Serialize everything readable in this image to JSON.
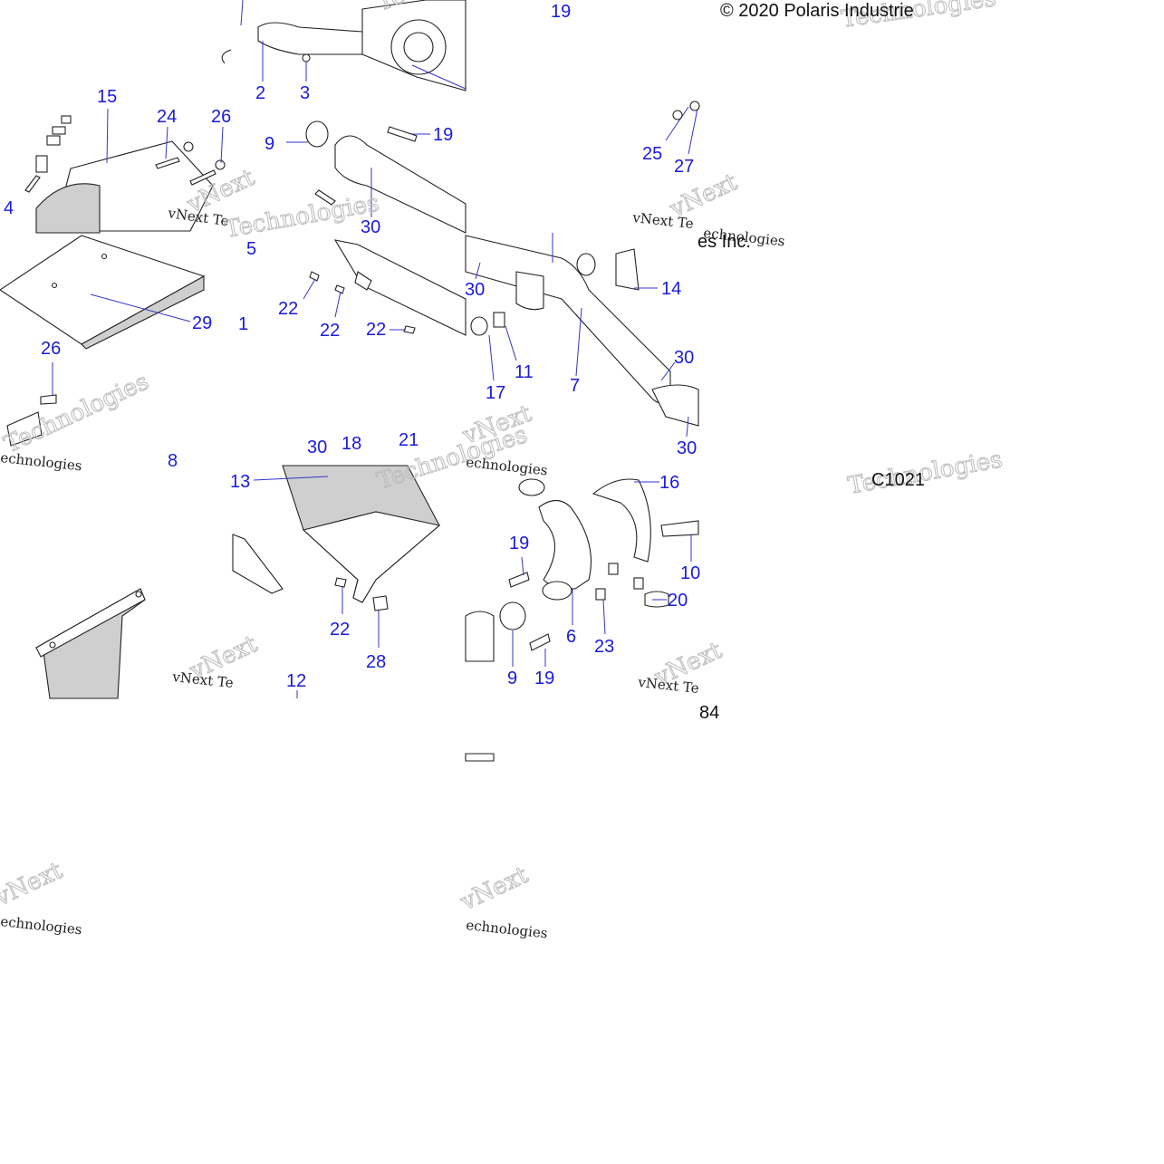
{
  "copyright": "© 2020 Polaris Industrie",
  "copyright_tail": "es Inc.",
  "figure_code": "C1021",
  "page_fragment": "84",
  "watermark_brand": "vNext",
  "watermark_tech": "Technologies",
  "watermark_brand_short": "vNext Te",
  "watermark_tech_short": "echnologies",
  "colors": {
    "callout": "#1a1adf",
    "line": "#222222",
    "shade": "#cfcfcf"
  },
  "callouts": [
    {
      "id": "c19a",
      "label": "19"
    },
    {
      "id": "c2",
      "label": "2"
    },
    {
      "id": "c3",
      "label": "3"
    },
    {
      "id": "c15",
      "label": "15"
    },
    {
      "id": "c24",
      "label": "24"
    },
    {
      "id": "c26a",
      "label": "26"
    },
    {
      "id": "c9a",
      "label": "9"
    },
    {
      "id": "c19b",
      "label": "19"
    },
    {
      "id": "c25",
      "label": "25"
    },
    {
      "id": "c27",
      "label": "27"
    },
    {
      "id": "c4",
      "label": "4"
    },
    {
      "id": "c30a",
      "label": "30"
    },
    {
      "id": "c5",
      "label": "5"
    },
    {
      "id": "c29",
      "label": "29"
    },
    {
      "id": "c1",
      "label": "1"
    },
    {
      "id": "c22a",
      "label": "22"
    },
    {
      "id": "c22b",
      "label": "22"
    },
    {
      "id": "c22c",
      "label": "22"
    },
    {
      "id": "c30b",
      "label": "30"
    },
    {
      "id": "c14",
      "label": "14"
    },
    {
      "id": "c26b",
      "label": "26"
    },
    {
      "id": "c11",
      "label": "11"
    },
    {
      "id": "c17",
      "label": "17"
    },
    {
      "id": "c7",
      "label": "7"
    },
    {
      "id": "c30c",
      "label": "30"
    },
    {
      "id": "c30d",
      "label": "30"
    },
    {
      "id": "c8",
      "label": "8"
    },
    {
      "id": "c30e",
      "label": "30"
    },
    {
      "id": "c18",
      "label": "18"
    },
    {
      "id": "c21",
      "label": "21"
    },
    {
      "id": "c13",
      "label": "13"
    },
    {
      "id": "c16",
      "label": "16"
    },
    {
      "id": "c19c",
      "label": "19"
    },
    {
      "id": "c10",
      "label": "10"
    },
    {
      "id": "c20",
      "label": "20"
    },
    {
      "id": "c6",
      "label": "6"
    },
    {
      "id": "c23",
      "label": "23"
    },
    {
      "id": "c22d",
      "label": "22"
    },
    {
      "id": "c28",
      "label": "28"
    },
    {
      "id": "c9b",
      "label": "9"
    },
    {
      "id": "c19d",
      "label": "19"
    },
    {
      "id": "c12",
      "label": "12"
    }
  ]
}
